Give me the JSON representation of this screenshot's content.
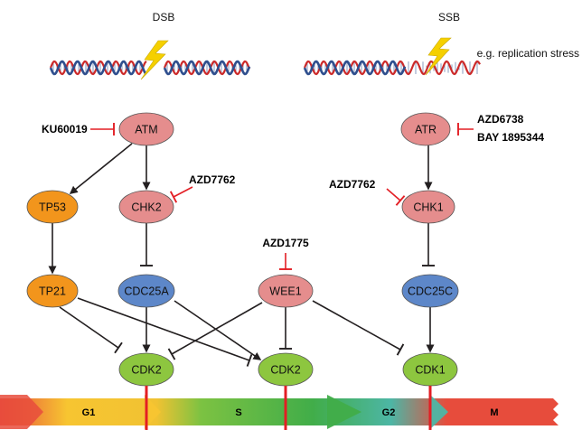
{
  "labels": {
    "dsb": "DSB",
    "ssb": "SSB",
    "ssb_note": "e.g. replication stress"
  },
  "nodes": {
    "atm": "ATM",
    "atr": "ATR",
    "tp53": "TP53",
    "chk2": "CHK2",
    "chk1": "CHK1",
    "tp21": "TP21",
    "cdc25a": "CDC25A",
    "wee1": "WEE1",
    "cdc25c": "CDC25C",
    "cdk2_left": "CDK2",
    "cdk2_mid": "CDK2",
    "cdk1": "CDK1"
  },
  "inhibitors": {
    "ku60019": "KU60019",
    "azd7762_chk2": "AZD7762",
    "azd6738": "AZD6738",
    "bay1895344": "BAY 1895344",
    "azd7762_chk1": "AZD7762",
    "azd1775": "AZD1775"
  },
  "phases": {
    "g1": "G1",
    "s": "S",
    "g2": "G2",
    "m": "M"
  },
  "colors": {
    "red_node": "#e58d8d",
    "orange_node": "#f2951c",
    "blue_node": "#5d87c9",
    "green_node": "#8dc63f",
    "inhibit_red": "#e31e24",
    "arrow_black": "#231f20",
    "phase_g1": "#f7c531",
    "phase_s": "#41ad49",
    "phase_g2": "#4db6a5",
    "phase_m": "#e74c3c",
    "dna_blue": "#2f4f8e",
    "dna_red": "#cc2a2a",
    "bolt": "#f5d000"
  }
}
